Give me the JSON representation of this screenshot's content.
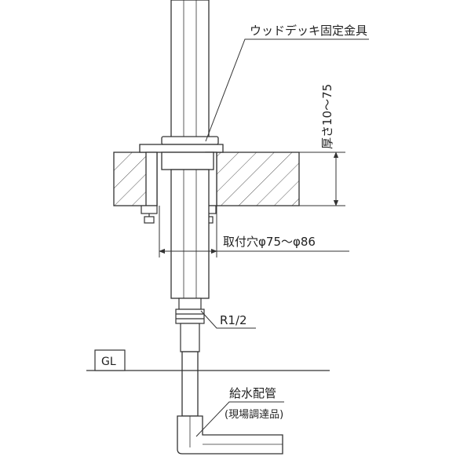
{
  "labels": {
    "bracket": "ウッドデッキ固定金具",
    "thickness": "厚さ10～75",
    "hole": "取付穴φ75～φ86",
    "thread": "R1/2",
    "ground": "GL",
    "pipe": "給水配管",
    "pipe_note": "(現場調達品)"
  },
  "colors": {
    "line": "#333333",
    "hatch": "#555555",
    "paper": "#ffffff"
  }
}
